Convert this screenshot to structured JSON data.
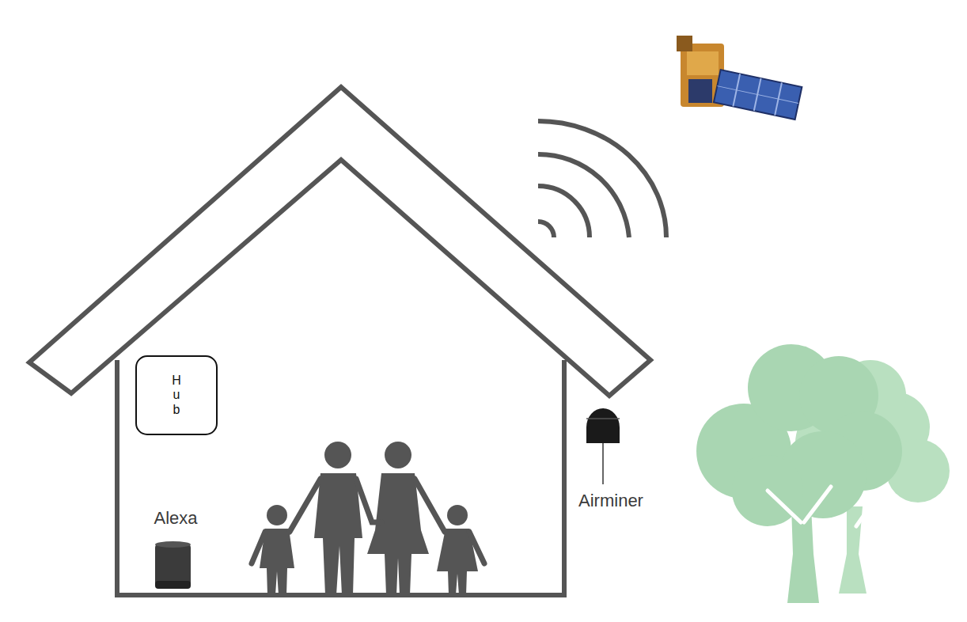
{
  "diagram": {
    "nodes": [
      {
        "text": [
          "H u b"
        ]
      }
    ],
    "labels": [
      "Alexa",
      "Airminer"
    ]
  }
}
